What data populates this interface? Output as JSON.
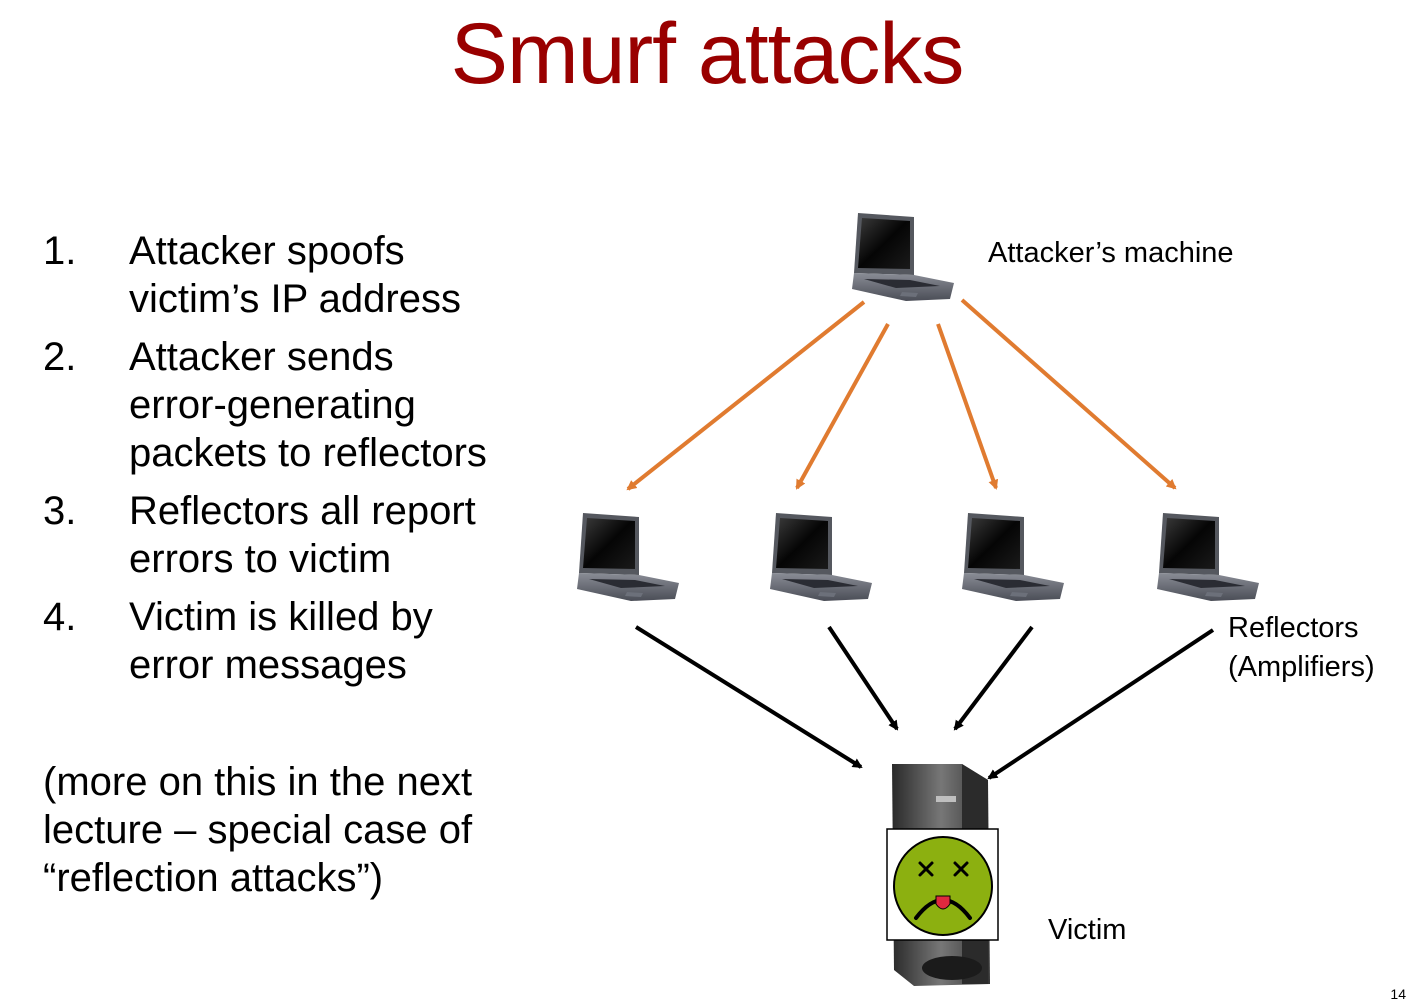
{
  "title": "Smurf attacks",
  "steps": [
    {
      "num": "1.",
      "lines": [
        "Attacker spoofs",
        "victim’s IP address"
      ]
    },
    {
      "num": "2.",
      "lines": [
        "Attacker sends",
        "error-generating",
        "packets to reflectors"
      ]
    },
    {
      "num": "3.",
      "lines": [
        "Reflectors all report",
        "errors to victim"
      ]
    },
    {
      "num": "4.",
      "lines": [
        "Victim is killed by",
        "error messages"
      ]
    }
  ],
  "note_lines": [
    "(more on this in the next",
    "lecture – special case of",
    "“reflection attacks”)"
  ],
  "diagram": {
    "attacker_label": "Attacker’s machine",
    "reflectors_label_1": "Reflectors",
    "reflectors_label_2": "(Amplifiers)",
    "victim_label": "Victim",
    "arrow_attack_color": "#E07B30",
    "arrow_reflect_color": "#000000",
    "face_color": "#8CB010"
  },
  "page_number": "14"
}
